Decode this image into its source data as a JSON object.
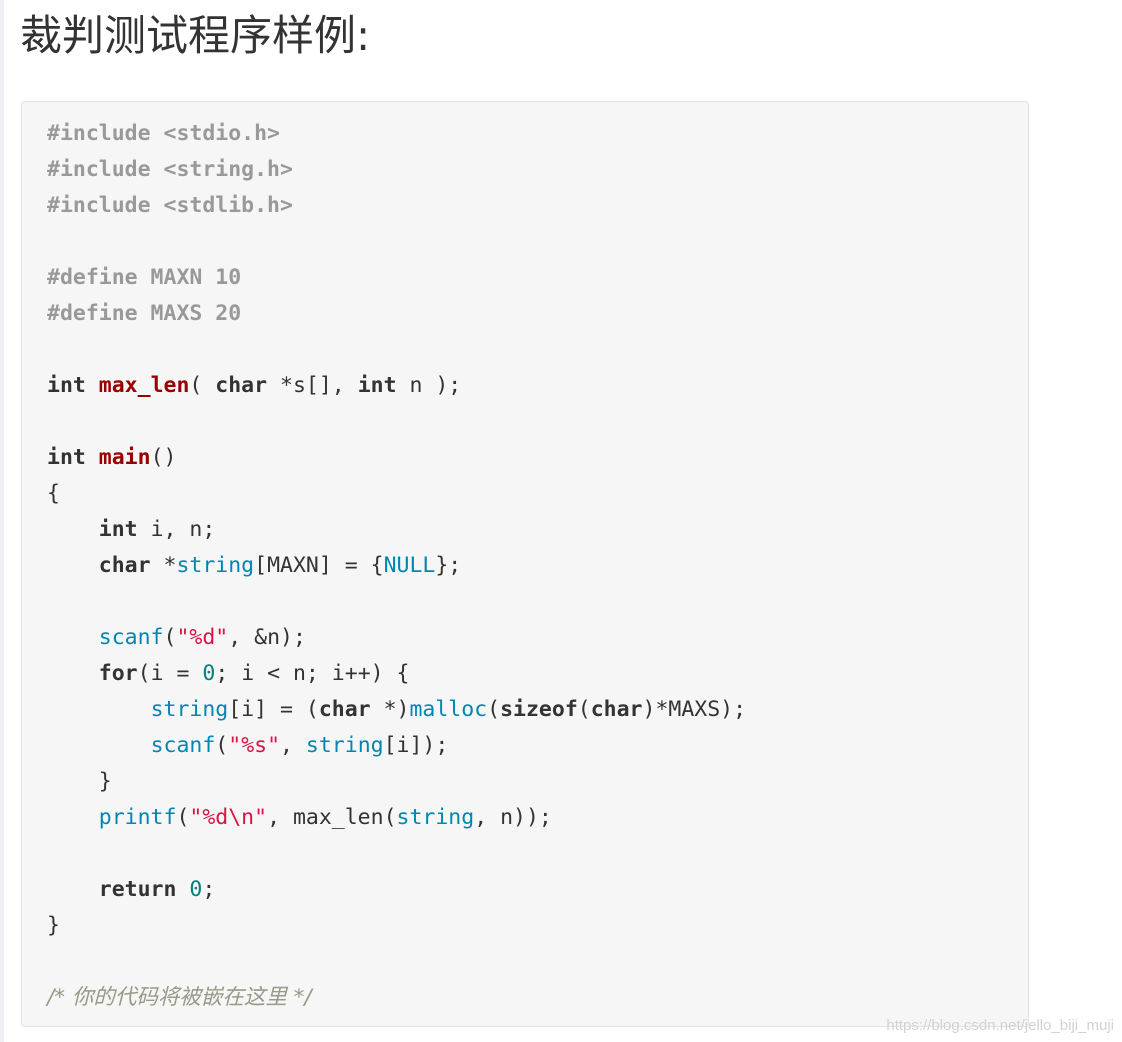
{
  "page": {
    "title": "裁判测试程序样例:"
  },
  "code": {
    "language": "c",
    "lines": [
      [
        {
          "t": "#include <stdio.h>",
          "c": "pp"
        }
      ],
      [
        {
          "t": "#include <string.h>",
          "c": "pp"
        }
      ],
      [
        {
          "t": "#include <stdlib.h>",
          "c": "pp"
        }
      ],
      [],
      [
        {
          "t": "#define MAXN 10",
          "c": "pp"
        }
      ],
      [
        {
          "t": "#define MAXS 20",
          "c": "pp"
        }
      ],
      [],
      [
        {
          "t": "int",
          "c": "kw"
        },
        {
          "t": " "
        },
        {
          "t": "max_len",
          "c": "fn"
        },
        {
          "t": "( "
        },
        {
          "t": "char",
          "c": "kw"
        },
        {
          "t": " *s[], "
        },
        {
          "t": "int",
          "c": "kw"
        },
        {
          "t": " n );"
        }
      ],
      [],
      [
        {
          "t": "int",
          "c": "kw"
        },
        {
          "t": " "
        },
        {
          "t": "main",
          "c": "fn"
        },
        {
          "t": "()"
        }
      ],
      [
        {
          "t": "{"
        }
      ],
      [
        {
          "t": "    "
        },
        {
          "t": "int",
          "c": "kw"
        },
        {
          "t": " i, n;"
        }
      ],
      [
        {
          "t": "    "
        },
        {
          "t": "char",
          "c": "kw"
        },
        {
          "t": " *"
        },
        {
          "t": "string",
          "c": "bi"
        },
        {
          "t": "[MAXN] = {"
        },
        {
          "t": "NULL",
          "c": "bi"
        },
        {
          "t": "};"
        }
      ],
      [],
      [
        {
          "t": "    "
        },
        {
          "t": "scanf",
          "c": "bi"
        },
        {
          "t": "("
        },
        {
          "t": "\"%d\"",
          "c": "str"
        },
        {
          "t": ", &n);"
        }
      ],
      [
        {
          "t": "    "
        },
        {
          "t": "for",
          "c": "kw"
        },
        {
          "t": "(i = "
        },
        {
          "t": "0",
          "c": "num"
        },
        {
          "t": "; i < n; i++) {"
        }
      ],
      [
        {
          "t": "        "
        },
        {
          "t": "string",
          "c": "bi"
        },
        {
          "t": "[i] = ("
        },
        {
          "t": "char",
          "c": "kw"
        },
        {
          "t": " *)"
        },
        {
          "t": "malloc",
          "c": "bi"
        },
        {
          "t": "("
        },
        {
          "t": "sizeof",
          "c": "kw"
        },
        {
          "t": "("
        },
        {
          "t": "char",
          "c": "kw"
        },
        {
          "t": ")*MAXS);"
        }
      ],
      [
        {
          "t": "        "
        },
        {
          "t": "scanf",
          "c": "bi"
        },
        {
          "t": "("
        },
        {
          "t": "\"%s\"",
          "c": "str"
        },
        {
          "t": ", "
        },
        {
          "t": "string",
          "c": "bi"
        },
        {
          "t": "[i]);"
        }
      ],
      [
        {
          "t": "    }"
        }
      ],
      [
        {
          "t": "    "
        },
        {
          "t": "printf",
          "c": "bi"
        },
        {
          "t": "("
        },
        {
          "t": "\"%d\\n\"",
          "c": "str"
        },
        {
          "t": ", max_len("
        },
        {
          "t": "string",
          "c": "bi"
        },
        {
          "t": ", n));"
        }
      ],
      [],
      [
        {
          "t": "    "
        },
        {
          "t": "return",
          "c": "kw"
        },
        {
          "t": " "
        },
        {
          "t": "0",
          "c": "num"
        },
        {
          "t": ";"
        }
      ],
      [
        {
          "t": "}"
        }
      ],
      [],
      [
        {
          "t": "/* 你的代码将被嵌在这里 */",
          "c": "cm"
        }
      ]
    ]
  },
  "watermark": {
    "text": "https://blog.csdn.net/jello_biji_muji"
  },
  "colors": {
    "preprocessor": "#999999",
    "keyword": "#333333",
    "function_name": "#990000",
    "builtin": "#0086b3",
    "number": "#008080",
    "string": "#dd1144",
    "comment": "#999988",
    "code_background": "#f6f6f6"
  }
}
